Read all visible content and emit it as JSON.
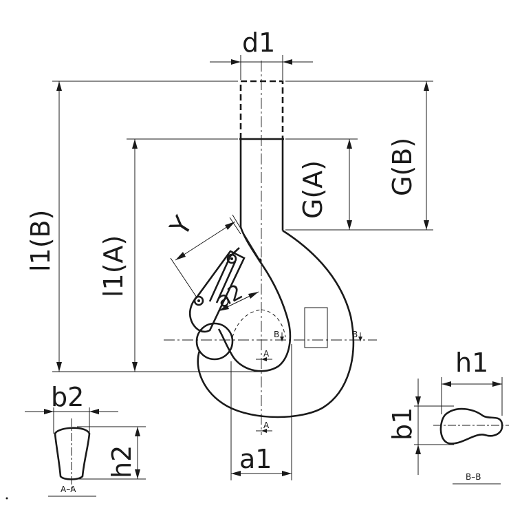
{
  "labels": {
    "d1": "d1",
    "l1B": "l1(B)",
    "l1A": "l1(A)",
    "GA": "G(A)",
    "GB": "G(B)",
    "Y": "Y",
    "a2": "a2",
    "a1": "a1",
    "b2": "b2",
    "h2": "h2",
    "h1": "h1",
    "b1": "b1",
    "sectionAA": "A–A",
    "sectionBB": "B–B",
    "markB1": "B",
    "markB2": "B",
    "markA1": "A",
    "markA2": "A"
  },
  "colors": {
    "line": "#1a1a1a",
    "background": "#ffffff"
  }
}
